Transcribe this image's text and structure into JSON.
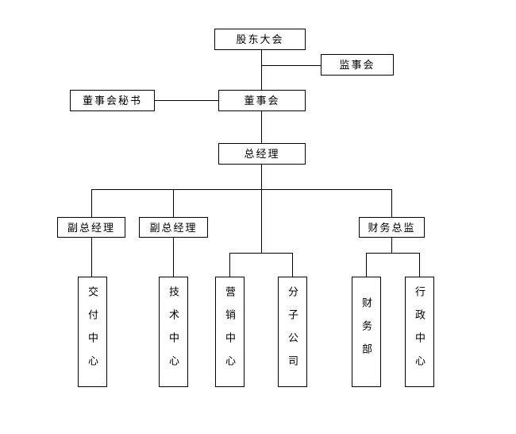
{
  "diagram": {
    "type": "org-chart",
    "nodes": {
      "shareholders": {
        "label": "股东大会"
      },
      "supervisory_board": {
        "label": "监事会"
      },
      "board_secretary": {
        "label": "董事会秘书"
      },
      "board_of_directors": {
        "label": "董事会"
      },
      "general_manager": {
        "label": "总经理"
      },
      "deputy_gm_1": {
        "label": "副总经理"
      },
      "deputy_gm_2": {
        "label": "副总经理"
      },
      "finance_director": {
        "label": "财务总监"
      },
      "delivery_center": {
        "label": "交付中心"
      },
      "technology_center": {
        "label": "技术中心"
      },
      "marketing_center": {
        "label": "营销中心"
      },
      "subsidiary_company": {
        "label": "分子公司"
      },
      "finance_department": {
        "label": "财务部"
      },
      "administration_center": {
        "label": "行政中心"
      }
    },
    "edges": [
      {
        "from": "股东大会",
        "to": "董事会"
      },
      {
        "from": "股东大会",
        "to": "监事会"
      },
      {
        "from": "董事会",
        "to": "董事会秘书"
      },
      {
        "from": "董事会",
        "to": "总经理"
      },
      {
        "from": "总经理",
        "to": "副总经理(1)"
      },
      {
        "from": "总经理",
        "to": "副总经理(2)"
      },
      {
        "from": "总经理",
        "to": "营销中心"
      },
      {
        "from": "总经理",
        "to": "分子公司"
      },
      {
        "from": "总经理",
        "to": "财务总监"
      },
      {
        "from": "副总经理(1)",
        "to": "交付中心"
      },
      {
        "from": "副总经理(2)",
        "to": "技术中心"
      },
      {
        "from": "财务总监",
        "to": "财务部"
      },
      {
        "from": "财务总监",
        "to": "行政中心"
      }
    ],
    "colors": {
      "background": "#ffffff",
      "box_fill": "#ffffff",
      "box_border": "#000000",
      "line": "#000000",
      "text": "#000000"
    }
  }
}
